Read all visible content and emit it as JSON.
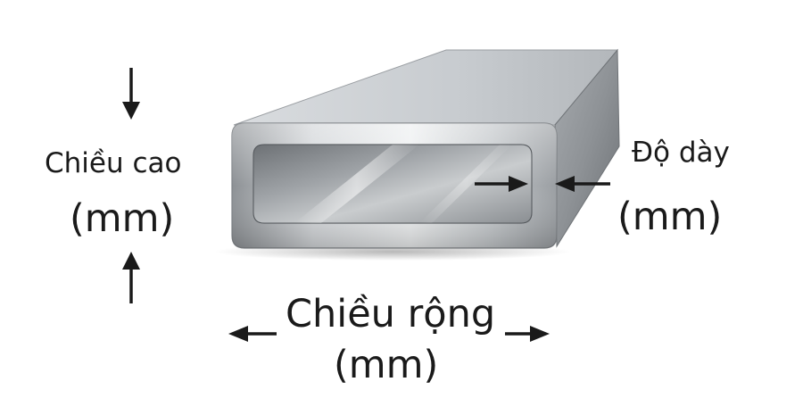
{
  "labels": {
    "height": {
      "name": "Chiều cao",
      "unit": "(mm)"
    },
    "thickness": {
      "name": "Độ dày",
      "unit": "(mm)"
    },
    "width": {
      "name": "Chiều rộng",
      "unit": "(mm)"
    }
  },
  "colors": {
    "text": "#1a1a1a",
    "arrow": "#1a1a1a",
    "steel_light": "#e6e8ea",
    "steel_mid": "#a9adb1",
    "steel_dark": "#5f6367",
    "background": "#ffffff"
  },
  "icons": {
    "height_top": "arrow-down-icon",
    "height_bottom": "arrow-up-icon",
    "thickness_left": "arrow-right-icon",
    "thickness_right": "arrow-left-icon",
    "width_left": "arrow-left-icon",
    "width_right": "arrow-right-icon"
  }
}
